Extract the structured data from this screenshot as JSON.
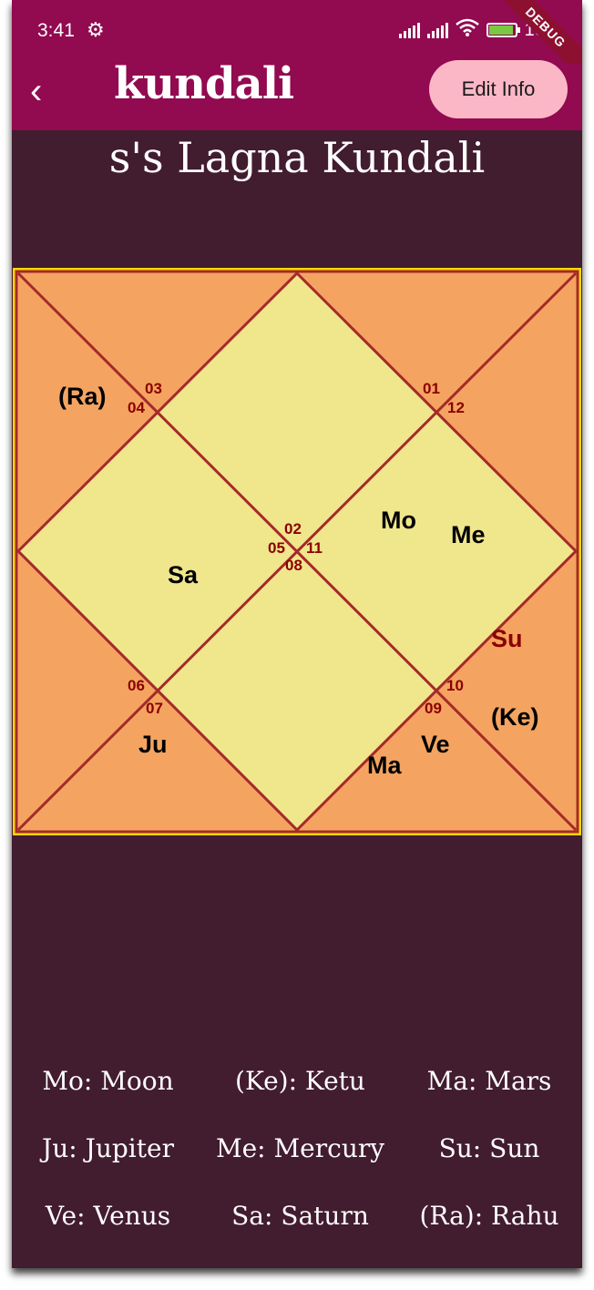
{
  "status_bar": {
    "time": "3:41",
    "battery": "100",
    "debug_label": "DEBUG"
  },
  "app_bar": {
    "back_icon": "chevron-left-icon",
    "logo_text": "kundali",
    "edit_button_label": "Edit Info"
  },
  "title": "s's Lagna Kundali",
  "colors": {
    "header": "#920a50",
    "background": "#421c2f",
    "outer": "#f4a460",
    "inner": "#f0e68c",
    "line": "#a52a2a",
    "frame": "#ffd700"
  },
  "houses": [
    {
      "number": "01",
      "id": "h01"
    },
    {
      "number": "02",
      "id": "h02"
    },
    {
      "number": "03",
      "id": "h03"
    },
    {
      "number": "04",
      "id": "h04"
    },
    {
      "number": "05",
      "id": "h05"
    },
    {
      "number": "06",
      "id": "h06"
    },
    {
      "number": "07",
      "id": "h07"
    },
    {
      "number": "08",
      "id": "h08"
    },
    {
      "number": "09",
      "id": "h09"
    },
    {
      "number": "10",
      "id": "h10"
    },
    {
      "number": "11",
      "id": "h11"
    },
    {
      "number": "12",
      "id": "h12"
    }
  ],
  "planets": [
    {
      "label": "(Ra)",
      "id": "ra",
      "color": "#000000"
    },
    {
      "label": "Mo",
      "id": "mo",
      "color": "#000000"
    },
    {
      "label": "Me",
      "id": "me",
      "color": "#000000"
    },
    {
      "label": "Sa",
      "id": "sa",
      "color": "#000000"
    },
    {
      "label": "Su",
      "id": "su",
      "color": "#8b0000"
    },
    {
      "label": "(Ke)",
      "id": "ke",
      "color": "#000000"
    },
    {
      "label": "Ju",
      "id": "ju",
      "color": "#000000"
    },
    {
      "label": "Ve",
      "id": "ve",
      "color": "#000000"
    },
    {
      "label": "Ma",
      "id": "ma",
      "color": "#000000"
    }
  ],
  "legend": [
    "Mo: Moon",
    "(Ke): Ketu",
    "Ma: Mars",
    "Ju: Jupiter",
    "Me: Mercury",
    "Su: Sun",
    "Ve: Venus",
    "Sa: Saturn",
    "(Ra): Rahu"
  ]
}
